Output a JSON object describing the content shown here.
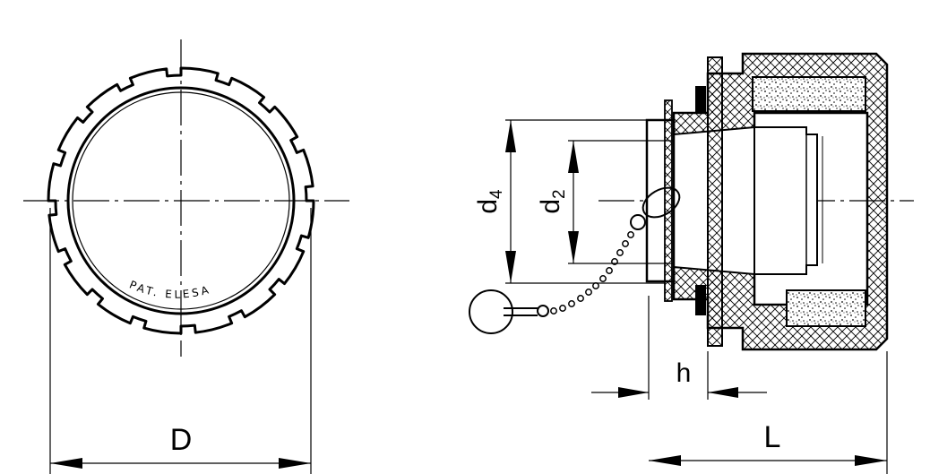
{
  "drawing": {
    "brand_text": "PAT. ELESA",
    "labels": {
      "diameter": "D",
      "d4_main": "d",
      "d4_sub": "4",
      "d2_main": "d",
      "d2_sub": "2",
      "height": "h",
      "length": "L"
    },
    "colors": {
      "ink": "#000000",
      "background": "#ffffff"
    }
  }
}
